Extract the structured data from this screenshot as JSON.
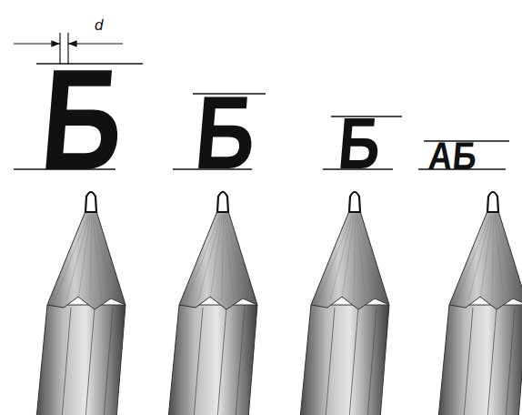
{
  "diagram": {
    "labels": [
      "d",
      "Б",
      "Б",
      "Б",
      "АБ"
    ]
  }
}
